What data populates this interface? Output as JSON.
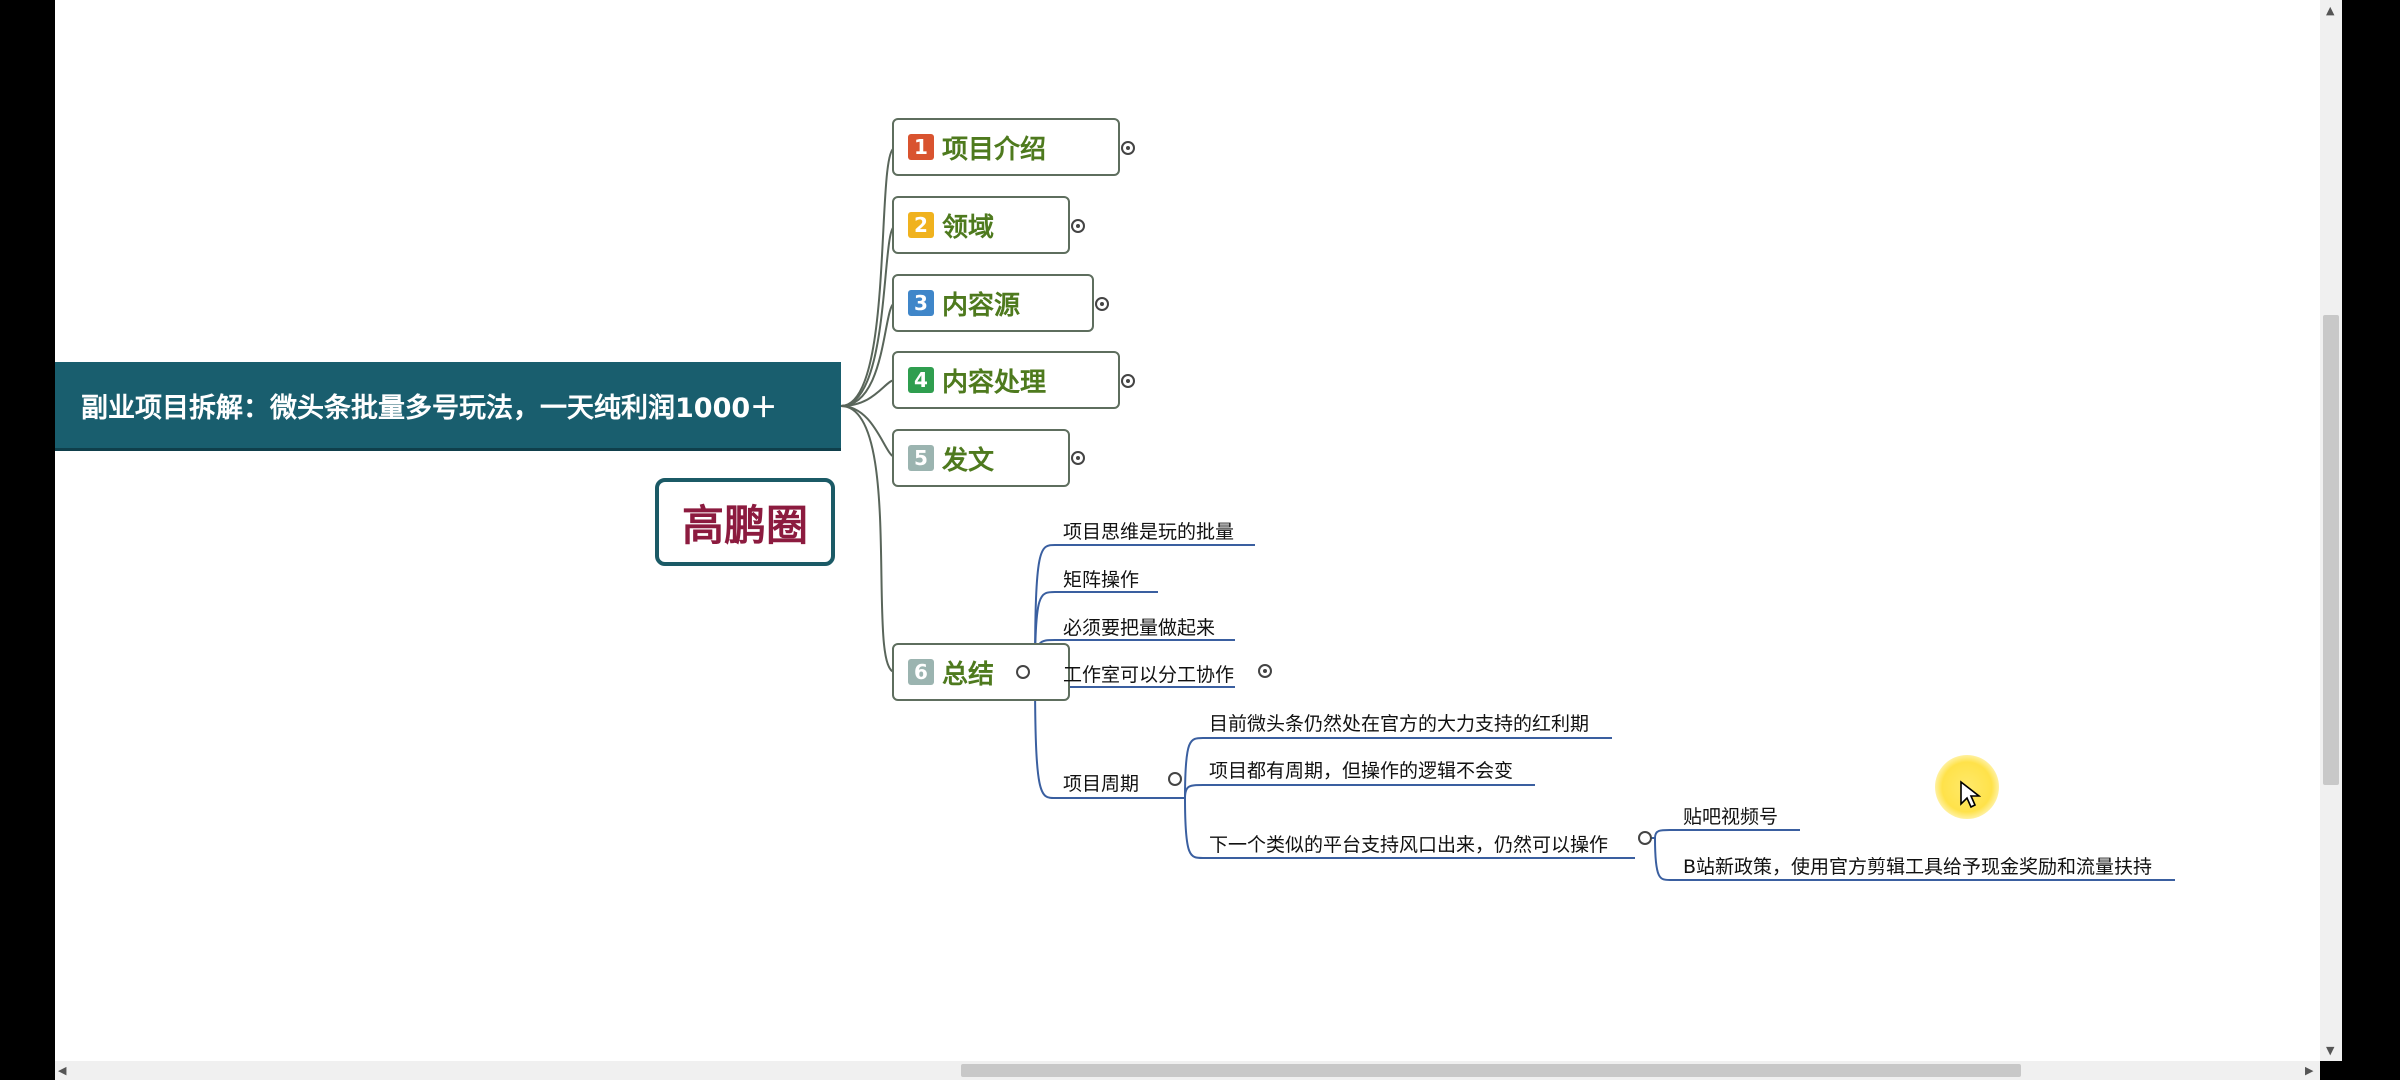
{
  "root": {
    "title": "副业项目拆解：微头条批量多号玩法，一天纯利润1000＋"
  },
  "brand": {
    "text": "高鹏圈"
  },
  "topics": [
    {
      "num": "1",
      "label": "项目介绍",
      "color": "#d9532f"
    },
    {
      "num": "2",
      "label": "领域",
      "color": "#f0b21e"
    },
    {
      "num": "3",
      "label": "内容源",
      "color": "#3f86c9"
    },
    {
      "num": "4",
      "label": "内容处理",
      "color": "#2f9e4f"
    },
    {
      "num": "5",
      "label": "发文",
      "color": "#9bb4b0"
    },
    {
      "num": "6",
      "label": "总结",
      "color": "#9bb4b0"
    }
  ],
  "summary_items": [
    "项目思维是玩的批量",
    "矩阵操作",
    "必须要把量做起来",
    "工作室可以分工协作",
    "项目周期"
  ],
  "cycle_items": [
    "目前微头条仍然处在官方的大力支持的红利期",
    "项目都有周期，但操作的逻辑不会变",
    "下一个类似的平台支持风口出来，仍然可以操作"
  ],
  "platform_items": [
    "贴吧视频号",
    "B站新政策，使用官方剪辑工具给予现金奖励和流量扶持"
  ],
  "colors": {
    "root_bg": "#195e6e",
    "link_line": "#3a5fa0",
    "topic_text": "#4e7a1e",
    "brand_text": "#8c1b3f"
  }
}
